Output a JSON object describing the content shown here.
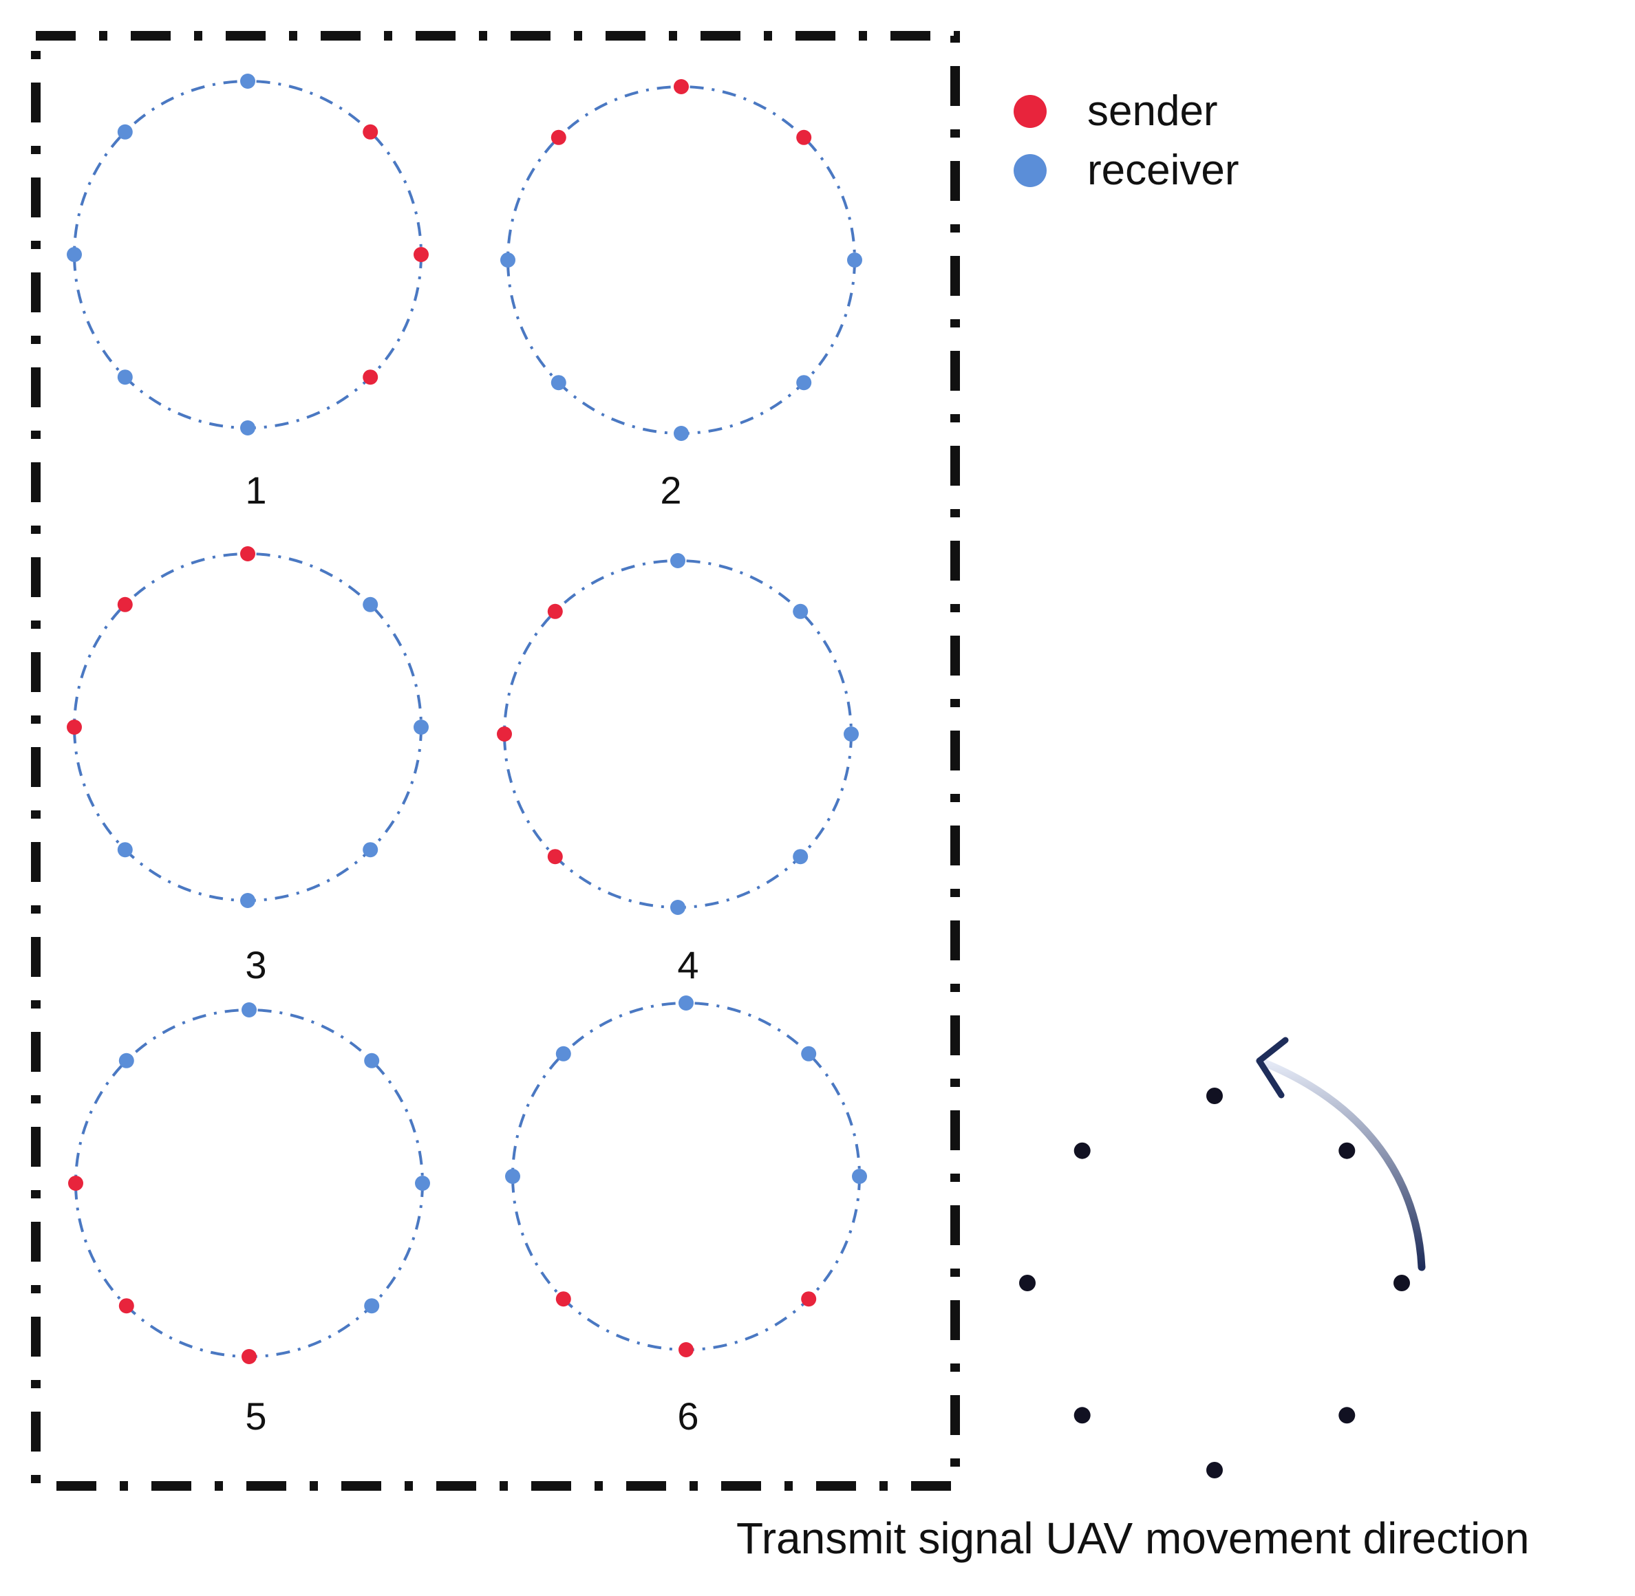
{
  "legend": {
    "sender_label": "sender",
    "receiver_label": "receiver"
  },
  "colors": {
    "sender": "#e8243c",
    "receiver": "#5b8ed8",
    "ring": "#4a78c2",
    "frame": "#111111",
    "arrow_dark": "#1e2d5a",
    "arrow_light": "#dfe5f5",
    "uav": "#111122"
  },
  "panels": [
    {
      "label": "1",
      "nodes": [
        "receiver",
        "sender",
        "sender",
        "sender",
        "receiver",
        "receiver",
        "receiver",
        "receiver"
      ]
    },
    {
      "label": "2",
      "nodes": [
        "sender",
        "sender",
        "receiver",
        "receiver",
        "receiver",
        "receiver",
        "receiver",
        "sender"
      ]
    },
    {
      "label": "3",
      "nodes": [
        "sender",
        "receiver",
        "receiver",
        "receiver",
        "receiver",
        "receiver",
        "sender",
        "sender"
      ]
    },
    {
      "label": "4",
      "nodes": [
        "receiver",
        "receiver",
        "receiver",
        "receiver",
        "receiver",
        "sender",
        "sender",
        "sender"
      ]
    },
    {
      "label": "5",
      "nodes": [
        "receiver",
        "receiver",
        "receiver",
        "receiver",
        "sender",
        "sender",
        "sender",
        "receiver"
      ]
    },
    {
      "label": "6",
      "nodes": [
        "receiver",
        "receiver",
        "receiver",
        "sender",
        "sender",
        "sender",
        "receiver",
        "receiver"
      ]
    }
  ],
  "uav_formation": {
    "count": 8,
    "direction": "counter-clockwise"
  },
  "caption": "Transmit signal UAV movement direction"
}
